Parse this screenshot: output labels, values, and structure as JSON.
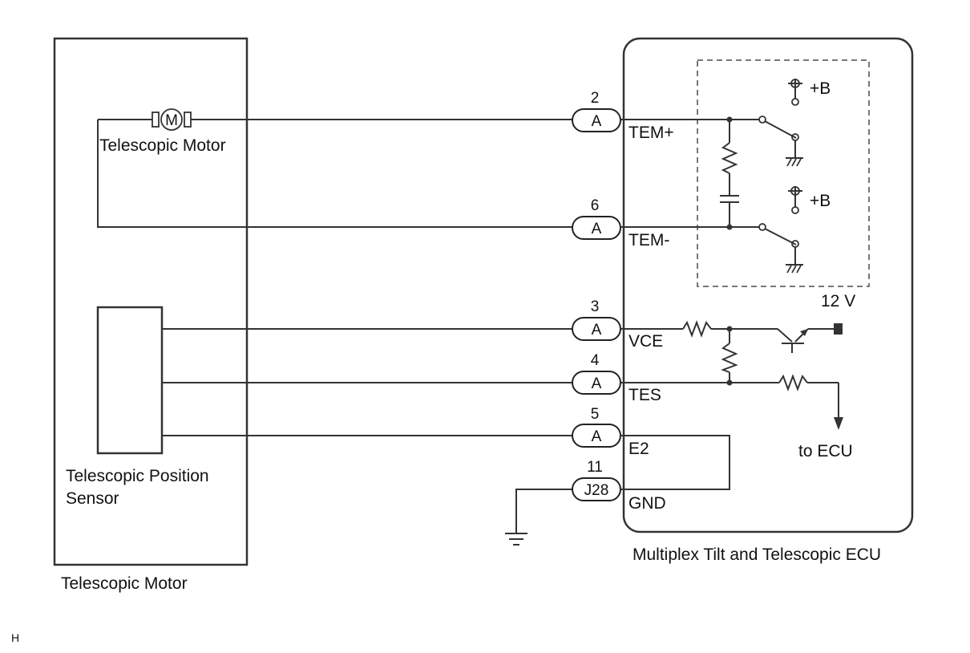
{
  "diagram": {
    "left_component_label": "Telescopic Motor",
    "motor_symbol": "M",
    "motor_label": "Telescopic Motor",
    "sensor_label_line1": "Telescopic Position",
    "sensor_label_line2": "Sensor",
    "ecu_label": "Multiplex Tilt and Telescopic ECU",
    "supply_b_label": "+B",
    "supply_12v_label": "12 V",
    "to_ecu_label": "to ECU",
    "corner_mark": "H",
    "pins": [
      {
        "number": "2",
        "connector": "A",
        "signal": "TEM+"
      },
      {
        "number": "6",
        "connector": "A",
        "signal": "TEM-"
      },
      {
        "number": "3",
        "connector": "A",
        "signal": "VCE"
      },
      {
        "number": "4",
        "connector": "A",
        "signal": "TES"
      },
      {
        "number": "5",
        "connector": "A",
        "signal": "E2"
      },
      {
        "number": "11",
        "connector": "J28",
        "signal": "GND"
      }
    ]
  }
}
